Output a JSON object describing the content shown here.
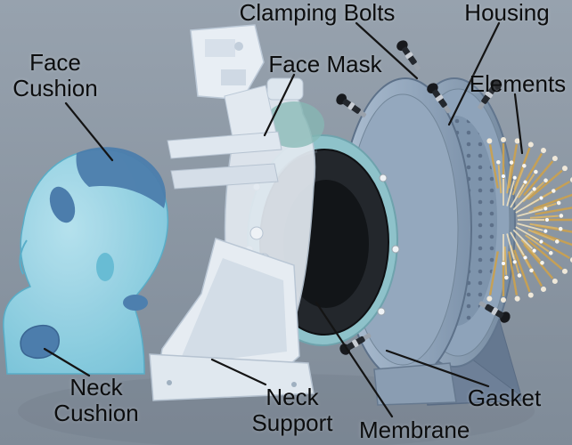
{
  "figure": {
    "labels": {
      "face_cushion": "Face Cushion",
      "clamping_bolts": "Clamping Bolts",
      "face_mask": "Face Mask",
      "housing": "Housing",
      "elements": "Elements",
      "neck_cushion": "Neck Cushion",
      "neck_support": "Neck Support",
      "membrane": "Membrane",
      "gasket": "Gasket"
    },
    "colors": {
      "background": "#8c98a5",
      "head_model": "#86cde2",
      "cushions": "#4c7dac",
      "frame_white": "#e6ecf2",
      "membrane_black": "#1a1d21",
      "discs_blue_gray": "#8ea3ba",
      "elements_gold": "#c9a152",
      "label_text": "#0c0d0e"
    }
  }
}
